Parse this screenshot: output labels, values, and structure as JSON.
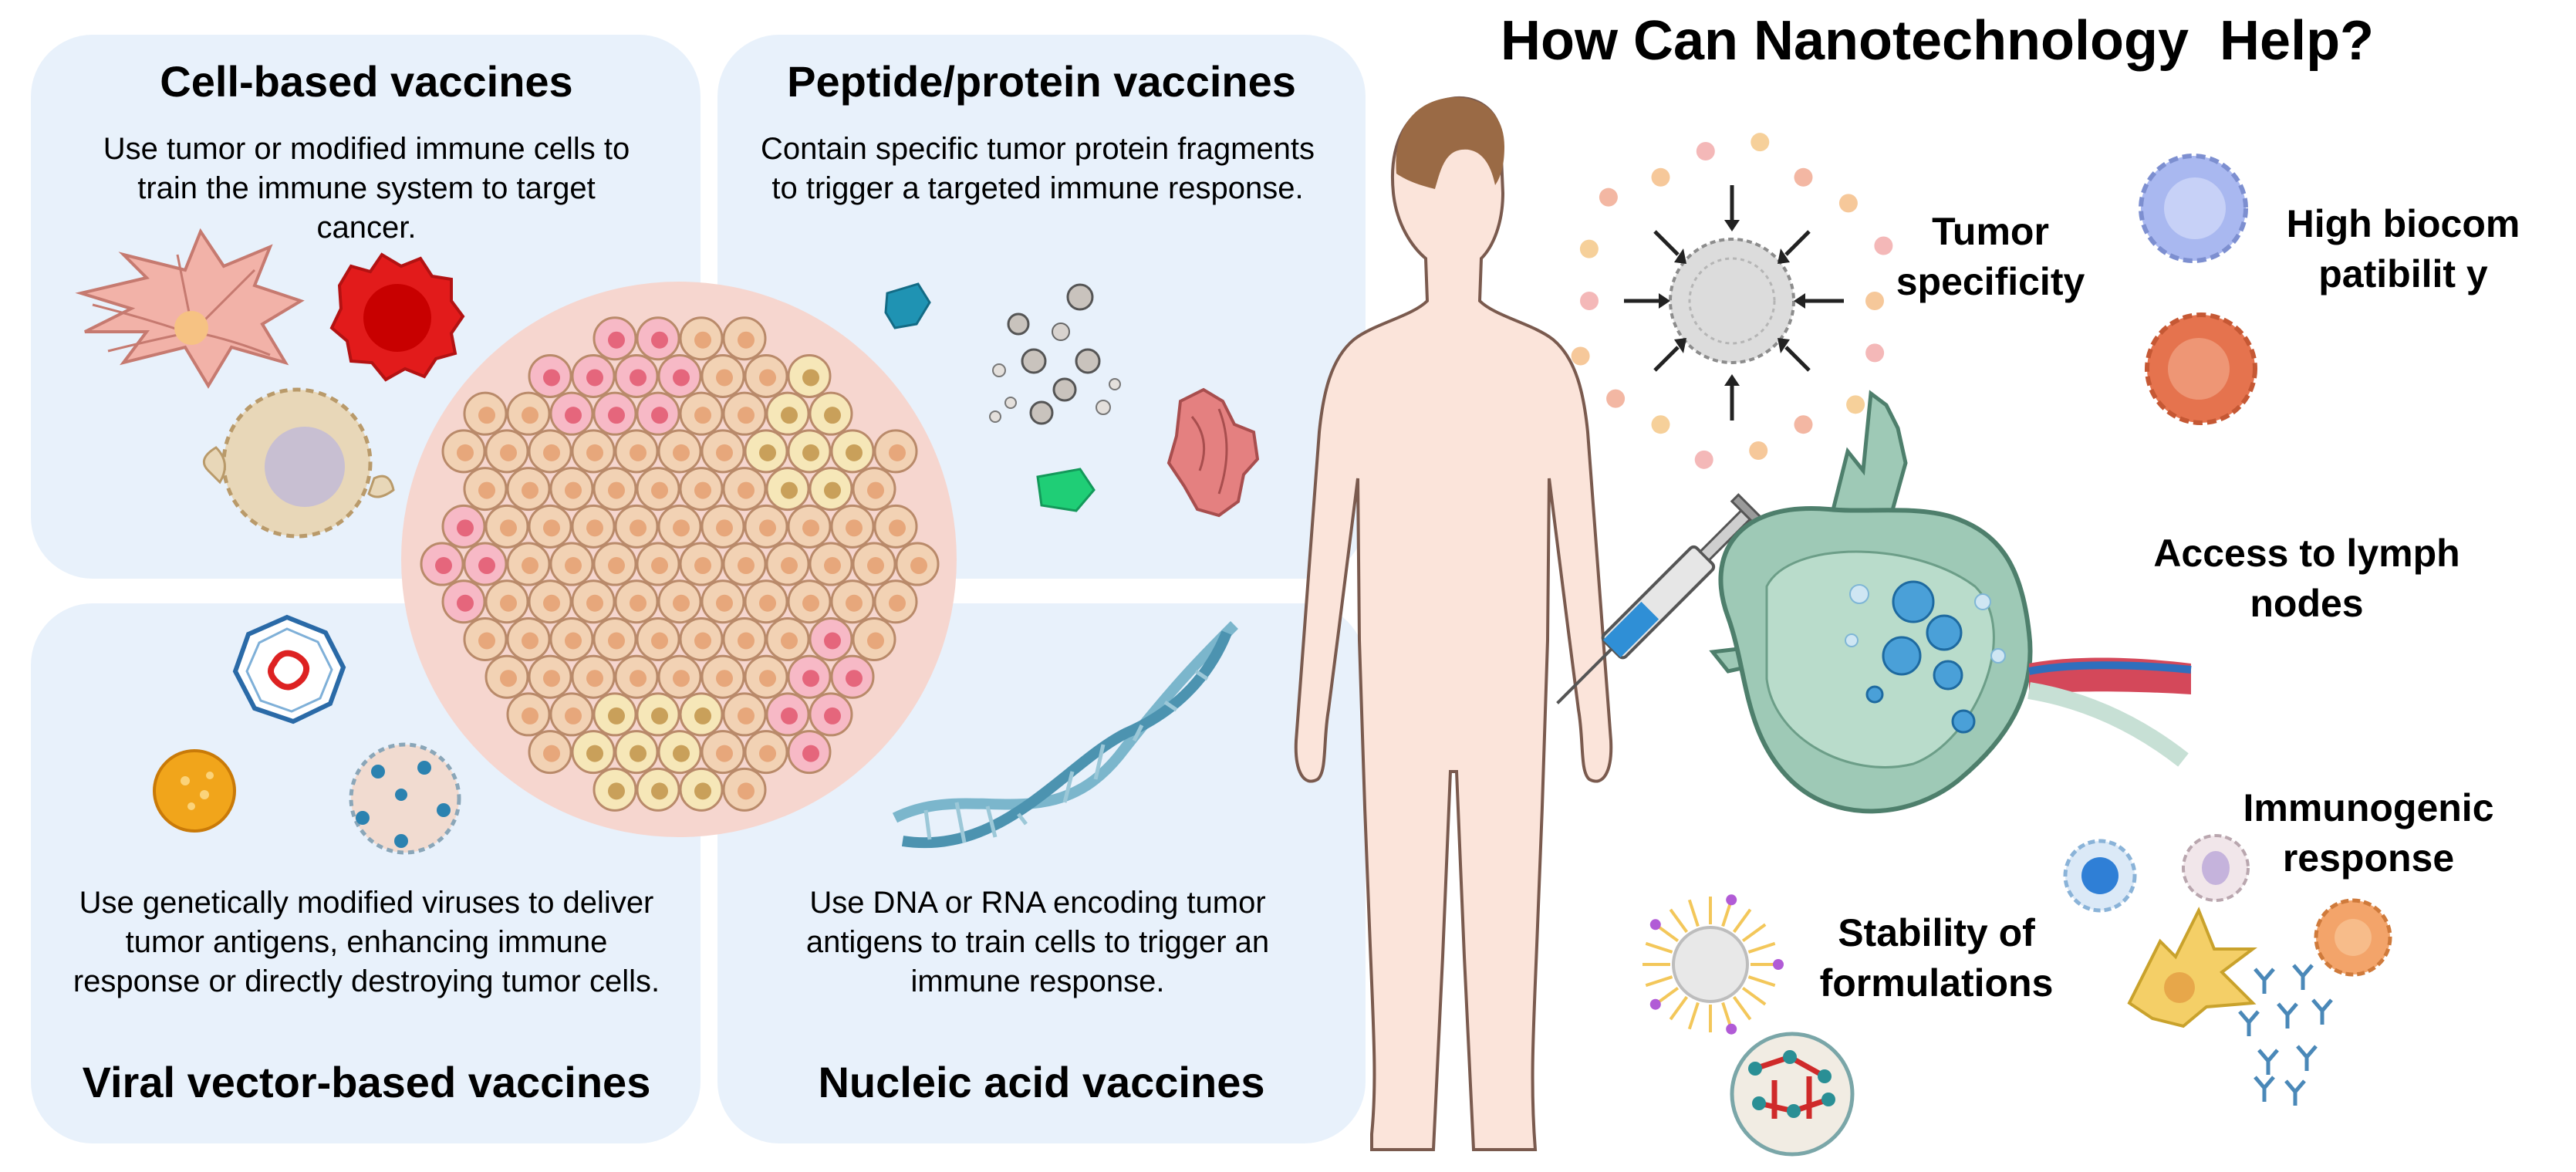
{
  "quadrants": {
    "cell": {
      "title": "Cell-based vaccines",
      "description": "Use tumor or modified immune cells to train the immune system to target cancer."
    },
    "peptide": {
      "title": "Peptide/protein vaccines",
      "description": "Contain specific tumor protein fragments to trigger a targeted immune response."
    },
    "viral": {
      "title": "Viral vector-based vaccines",
      "description": "Use genetically modified viruses to deliver tumor antigens, enhancing immune response or directly destroying tumor cells."
    },
    "nucleic": {
      "title": "Nucleic acid vaccines",
      "description": "Use DNA or RNA encoding tumor antigens to train cells to trigger an immune response."
    }
  },
  "nanotech": {
    "title": "How Can Nanotechnology  Help?",
    "benefits": {
      "tumor_specificity": "Tumor specificity",
      "biocompatibility": "High biocompatibilit y",
      "lymph": "Access to lymph nodes",
      "immunogenic": "Immunogenic response",
      "stability": "Stability of formulations"
    }
  },
  "colors": {
    "panel_bg": "#e8f1fb",
    "tumor_halo": "#f6d6cf",
    "tumor_cell": "#f2d2b4",
    "tumor_nucleus": "#e7a77b",
    "pink_cell": "#f7b9c6",
    "yellow_cell": "#f6e7b8",
    "skin": "#fbe4da",
    "hair": "#9a6a45",
    "lymph_node": "#9ec9b6",
    "cell_blue": "#a9b8f0",
    "cell_orange": "#e5734e",
    "cell_red": "#e21b1b"
  }
}
